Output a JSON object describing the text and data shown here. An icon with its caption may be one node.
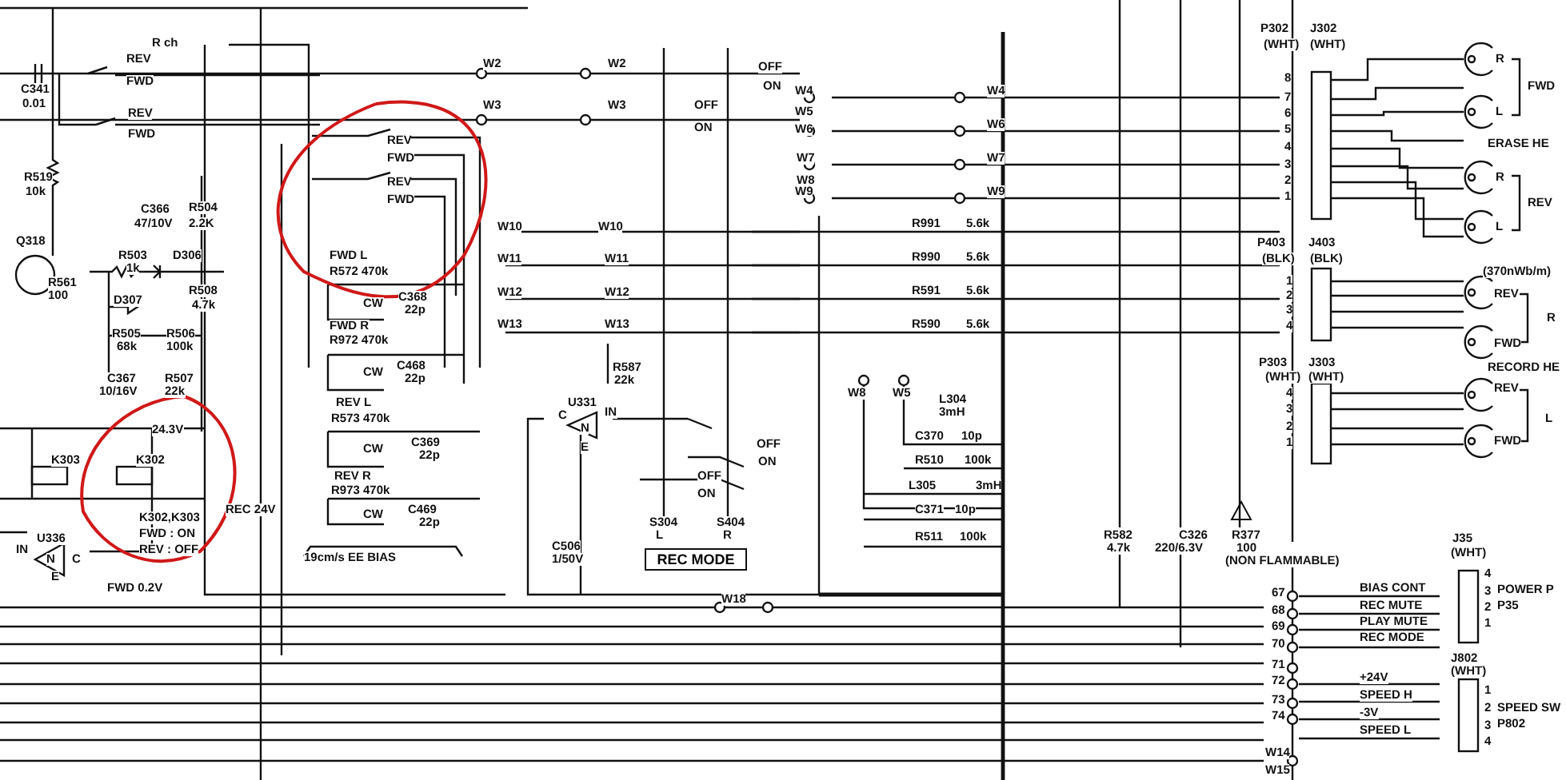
{
  "diagram": {
    "nodes": [
      {
        "text": [
          "REC MODE"
        ]
      }
    ],
    "labels": [
      "R ch",
      "REV",
      "FWD",
      "REV",
      "FWD",
      "C341",
      "0.01",
      "R519",
      "10k",
      "C366",
      "47/10V",
      "R504",
      "2.2K",
      "Q318",
      "R503",
      "1k",
      "D306",
      "R561",
      "100",
      "D307",
      "R508",
      "4.7k",
      "R505",
      "68k",
      "R506",
      "100k",
      "C367",
      "10/16V",
      "R507",
      "22k",
      "24.3V",
      "K303",
      "K302",
      "K302,K303",
      "FWD : ON",
      "REV : OFF",
      "REC 24V",
      "U336",
      "IN",
      "N",
      "C",
      "E",
      "FWD 0.2V",
      "REV",
      "FWD",
      "REV",
      "FWD",
      "FWD L",
      "R572 470k",
      "CW",
      "C368",
      "22p",
      "FWD R",
      "R972 470k",
      "CW",
      "C468",
      "22p",
      "REV L",
      "R573 470k",
      "CW",
      "C369",
      "22p",
      "REV R",
      "R973 470k",
      "CW",
      "C469",
      "22p",
      "19cm/s EE BIAS",
      "W2",
      "W3",
      "W10",
      "W11",
      "W12",
      "W13",
      "W2",
      "W3",
      "W10",
      "W11",
      "W12",
      "W13",
      "R587",
      "22k",
      "U331",
      "C",
      "N",
      "IN",
      "E",
      "C506",
      "1/50V",
      "OFF",
      "ON",
      "OFF",
      "ON",
      "W4",
      "W5",
      "W6",
      "W7",
      "W8",
      "W9",
      "W4",
      "W6",
      "W7",
      "W9",
      "R991",
      "5.6k",
      "R990",
      "5.6k",
      "R591",
      "5.6k",
      "R590",
      "5.6k",
      "W8",
      "W5",
      "L304",
      "3mH",
      "C370",
      "10p",
      "R510",
      "100k",
      "L305",
      "3mH",
      "C371",
      "10p",
      "R511",
      "100k",
      "OFF",
      "ON",
      "OFF",
      "ON",
      "S304",
      "L",
      "S404",
      "R",
      "W18",
      "P302",
      "(WHT)",
      "J302",
      "(WHT)",
      "8",
      "7",
      "6",
      "5",
      "4",
      "3",
      "2",
      "1",
      "R",
      "L",
      "FWD",
      "ERASE HE",
      "R",
      "L",
      "REV",
      "P403",
      "(BLK)",
      "J403",
      "(BLK)",
      "1",
      "2",
      "3",
      "4",
      "(370nWb/m)",
      "REV",
      "R",
      "FWD",
      "RECORD HE",
      "P303",
      "(WHT)",
      "J303",
      "(WHT)",
      "4",
      "3",
      "2",
      "1",
      "REV",
      "L",
      "FWD",
      "R582",
      "4.7k",
      "C326",
      "220/6.3V",
      "R377",
      "100",
      "(NON FLAMMABLE)",
      "J35",
      "(WHT)",
      "BIAS CONT",
      "REC MUTE",
      "PLAY MUTE",
      "REC MODE",
      "4",
      "3",
      "2",
      "1",
      "POWER P",
      "P35",
      "67",
      "68",
      "69",
      "70",
      "J802",
      "(WHT)",
      "+24V",
      "SPEED H",
      "-3V",
      "SPEED L",
      "1",
      "2",
      "3",
      "4",
      "SPEED SW",
      "P802",
      "71",
      "72",
      "73",
      "74",
      "W14",
      "W15"
    ]
  }
}
